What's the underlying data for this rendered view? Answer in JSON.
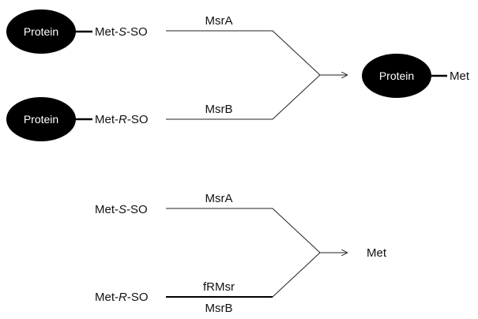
{
  "top": {
    "protein_label": "Protein",
    "substrate_s_prefix": "Met-",
    "substrate_s_italic": "S",
    "substrate_s_suffix": "-SO",
    "substrate_r_prefix": "Met-",
    "substrate_r_italic": "R",
    "substrate_r_suffix": "-SO",
    "enzyme_upper": "MsrA",
    "enzyme_lower": "MsrB",
    "product_protein_label": "Protein",
    "product_label": "Met"
  },
  "bottom": {
    "substrate_s_prefix": "Met-",
    "substrate_s_italic": "S",
    "substrate_s_suffix": "-SO",
    "substrate_r_prefix": "Met-",
    "substrate_r_italic": "R",
    "substrate_r_suffix": "-SO",
    "enzyme_upper": "MsrA",
    "enzyme_lower_above": "fRMsr",
    "enzyme_lower_below": "MsrB",
    "product_label": "Met"
  },
  "colors": {
    "protein_fill": "#000000",
    "line": "#222222",
    "background": "#ffffff"
  }
}
